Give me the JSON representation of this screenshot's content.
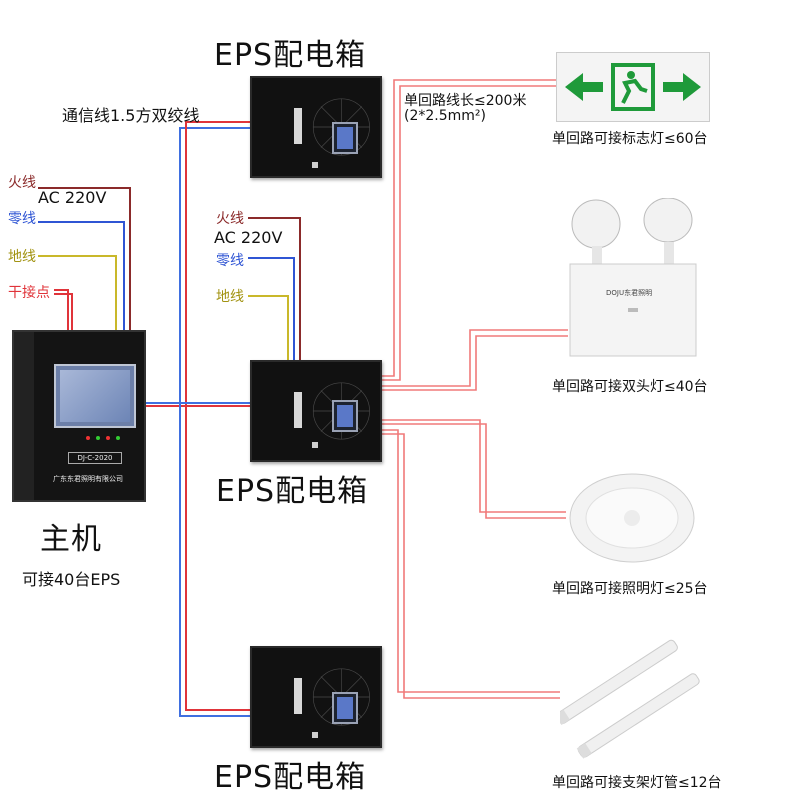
{
  "eps_boxes": {
    "top_label": "EPS配电箱",
    "middle_label": "EPS配电箱",
    "bottom_label": "EPS配电箱"
  },
  "comm_line_label": "通信线1.5方双绞线",
  "host": {
    "title": "主机",
    "capacity": "可接40台EPS",
    "badge": "DJ-C-2020",
    "company": "广东东君照明有限公司"
  },
  "host_inputs": {
    "live": "火线",
    "voltage": "AC 220V",
    "neutral": "零线",
    "ground": "地线",
    "dry_contact": "干接点"
  },
  "eps_inputs": {
    "live": "火线",
    "voltage": "AC 220V",
    "neutral": "零线",
    "ground": "地线"
  },
  "circuit_note": {
    "line1": "单回路线长≤200米",
    "line2": "(2*2.5mm²)"
  },
  "loads": [
    {
      "label": "单回路可接标志灯≤60台",
      "icon": "exit-sign-icon"
    },
    {
      "label": "单回路可接双头灯≤40台",
      "icon": "twin-head-lamp-icon"
    },
    {
      "label": "单回路可接照明灯≤25台",
      "icon": "ceiling-lamp-icon"
    },
    {
      "label": "单回路可接支架灯管≤12台",
      "icon": "tube-light-icon"
    }
  ],
  "double_lamp_brand": "DOJU东君照明",
  "colors": {
    "live": "#8b2a2a",
    "neutral": "#2f55d4",
    "ground": "#c9b82a",
    "dry_contact": "#e0343a",
    "power_line": "#e0343a",
    "comm_line": "#3f6fe0",
    "exit_green": "#1f9a3a"
  }
}
